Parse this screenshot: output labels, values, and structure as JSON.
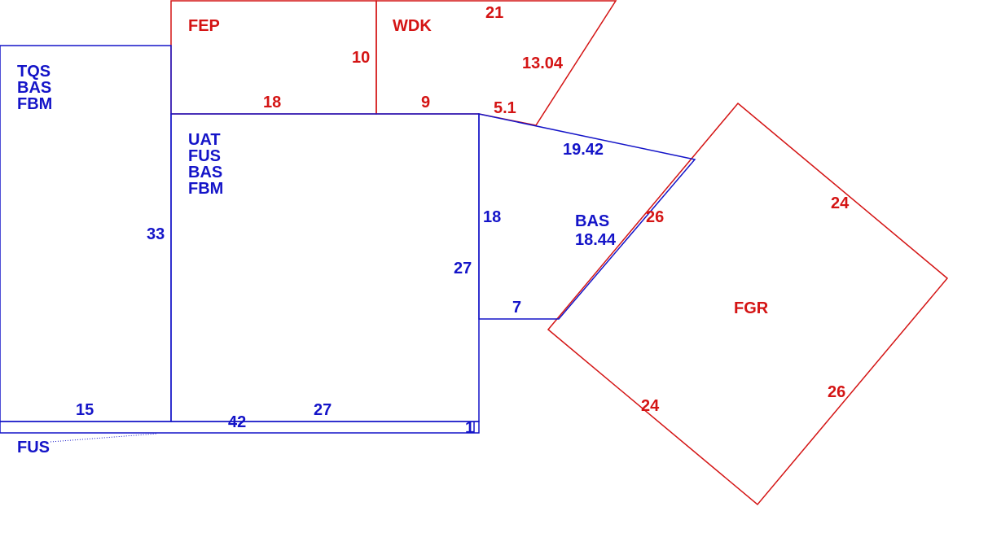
{
  "colors": {
    "blue": "#1414c8",
    "red": "#d41414"
  },
  "areas": {
    "tqs": {
      "lines": [
        "TQS",
        "BAS",
        "FBM"
      ],
      "dims": {
        "left_side": "33",
        "bottom": "15"
      }
    },
    "main": {
      "lines": [
        "UAT",
        "FUS",
        "BAS",
        "FBM"
      ],
      "dims": {
        "right_side": "27",
        "bottom": "27"
      }
    },
    "fep": {
      "label": "FEP",
      "dims": {
        "right_side": "10",
        "bottom": "18"
      }
    },
    "wdk": {
      "label": "WDK",
      "dims": {
        "top": "21",
        "right_side": "13.04",
        "bottom": "9",
        "bottom_right": "5.1"
      }
    },
    "bas_wedge": {
      "label": "BAS",
      "area": "18.44",
      "dims": {
        "top": "19.42",
        "left_side": "18",
        "bottom": "7"
      }
    },
    "fgr": {
      "label": "FGR",
      "dims": {
        "upper_left": "26",
        "upper_right": "24",
        "lower_left": "24",
        "lower_right": "26"
      }
    },
    "fus_strip": {
      "label": "FUS",
      "dims": {
        "length": "42",
        "end": "1"
      }
    }
  }
}
